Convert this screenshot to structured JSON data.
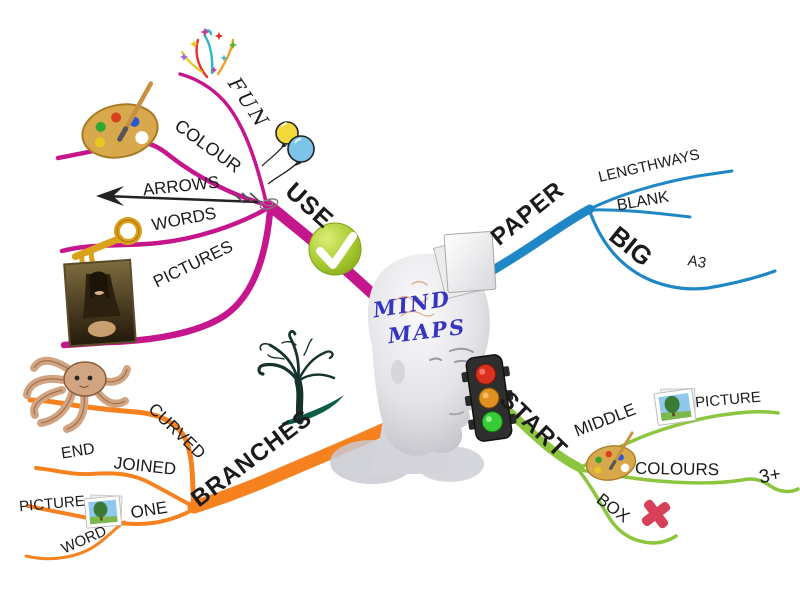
{
  "diagram": {
    "type": "mind-map",
    "background": "#ffffff",
    "central_topic": {
      "line1": "MIND",
      "line2": "MAPS",
      "text_color": "#3535c0",
      "icon": "human-head"
    },
    "topics": {
      "use": {
        "label": "USE",
        "color": "#c6168d",
        "subtopics": {
          "fun": "FUN",
          "colour": "COLOUR",
          "arrows": "ARROWS",
          "words": "WORDS",
          "pictures": "PICTURES"
        }
      },
      "paper": {
        "label": "PAPER",
        "color": "#1f87c6",
        "subtopics": {
          "lengthways": "LENGTHWAYS",
          "blank": "BLANK",
          "big": "BIG",
          "a3": "A3"
        }
      },
      "start": {
        "label": "START",
        "color": "#8cc63f",
        "subtopics": {
          "middle": "MIDDLE",
          "picture": "PICTURE",
          "colours": "COLOURS",
          "colours_min": "3+",
          "box": "BOX"
        }
      },
      "branches": {
        "label": "BRANCHES",
        "color": "#f5821f",
        "subtopics": {
          "curved": "CURVED",
          "joined": "JOINED",
          "end": "END",
          "one": "ONE",
          "word": "WORD",
          "picture": "PICTURE"
        }
      }
    },
    "icons": {
      "use": [
        "paint-palette",
        "left-arrow",
        "golden-key",
        "mona-lisa-painting",
        "fireworks",
        "balloons",
        "green-check-ball"
      ],
      "paper": [
        "paper-sheets"
      ],
      "start": [
        "traffic-light",
        "landscape-photo",
        "paint-palette",
        "red-cross"
      ],
      "branches": [
        "curly-tree",
        "octopus",
        "landscape-photo"
      ]
    }
  }
}
